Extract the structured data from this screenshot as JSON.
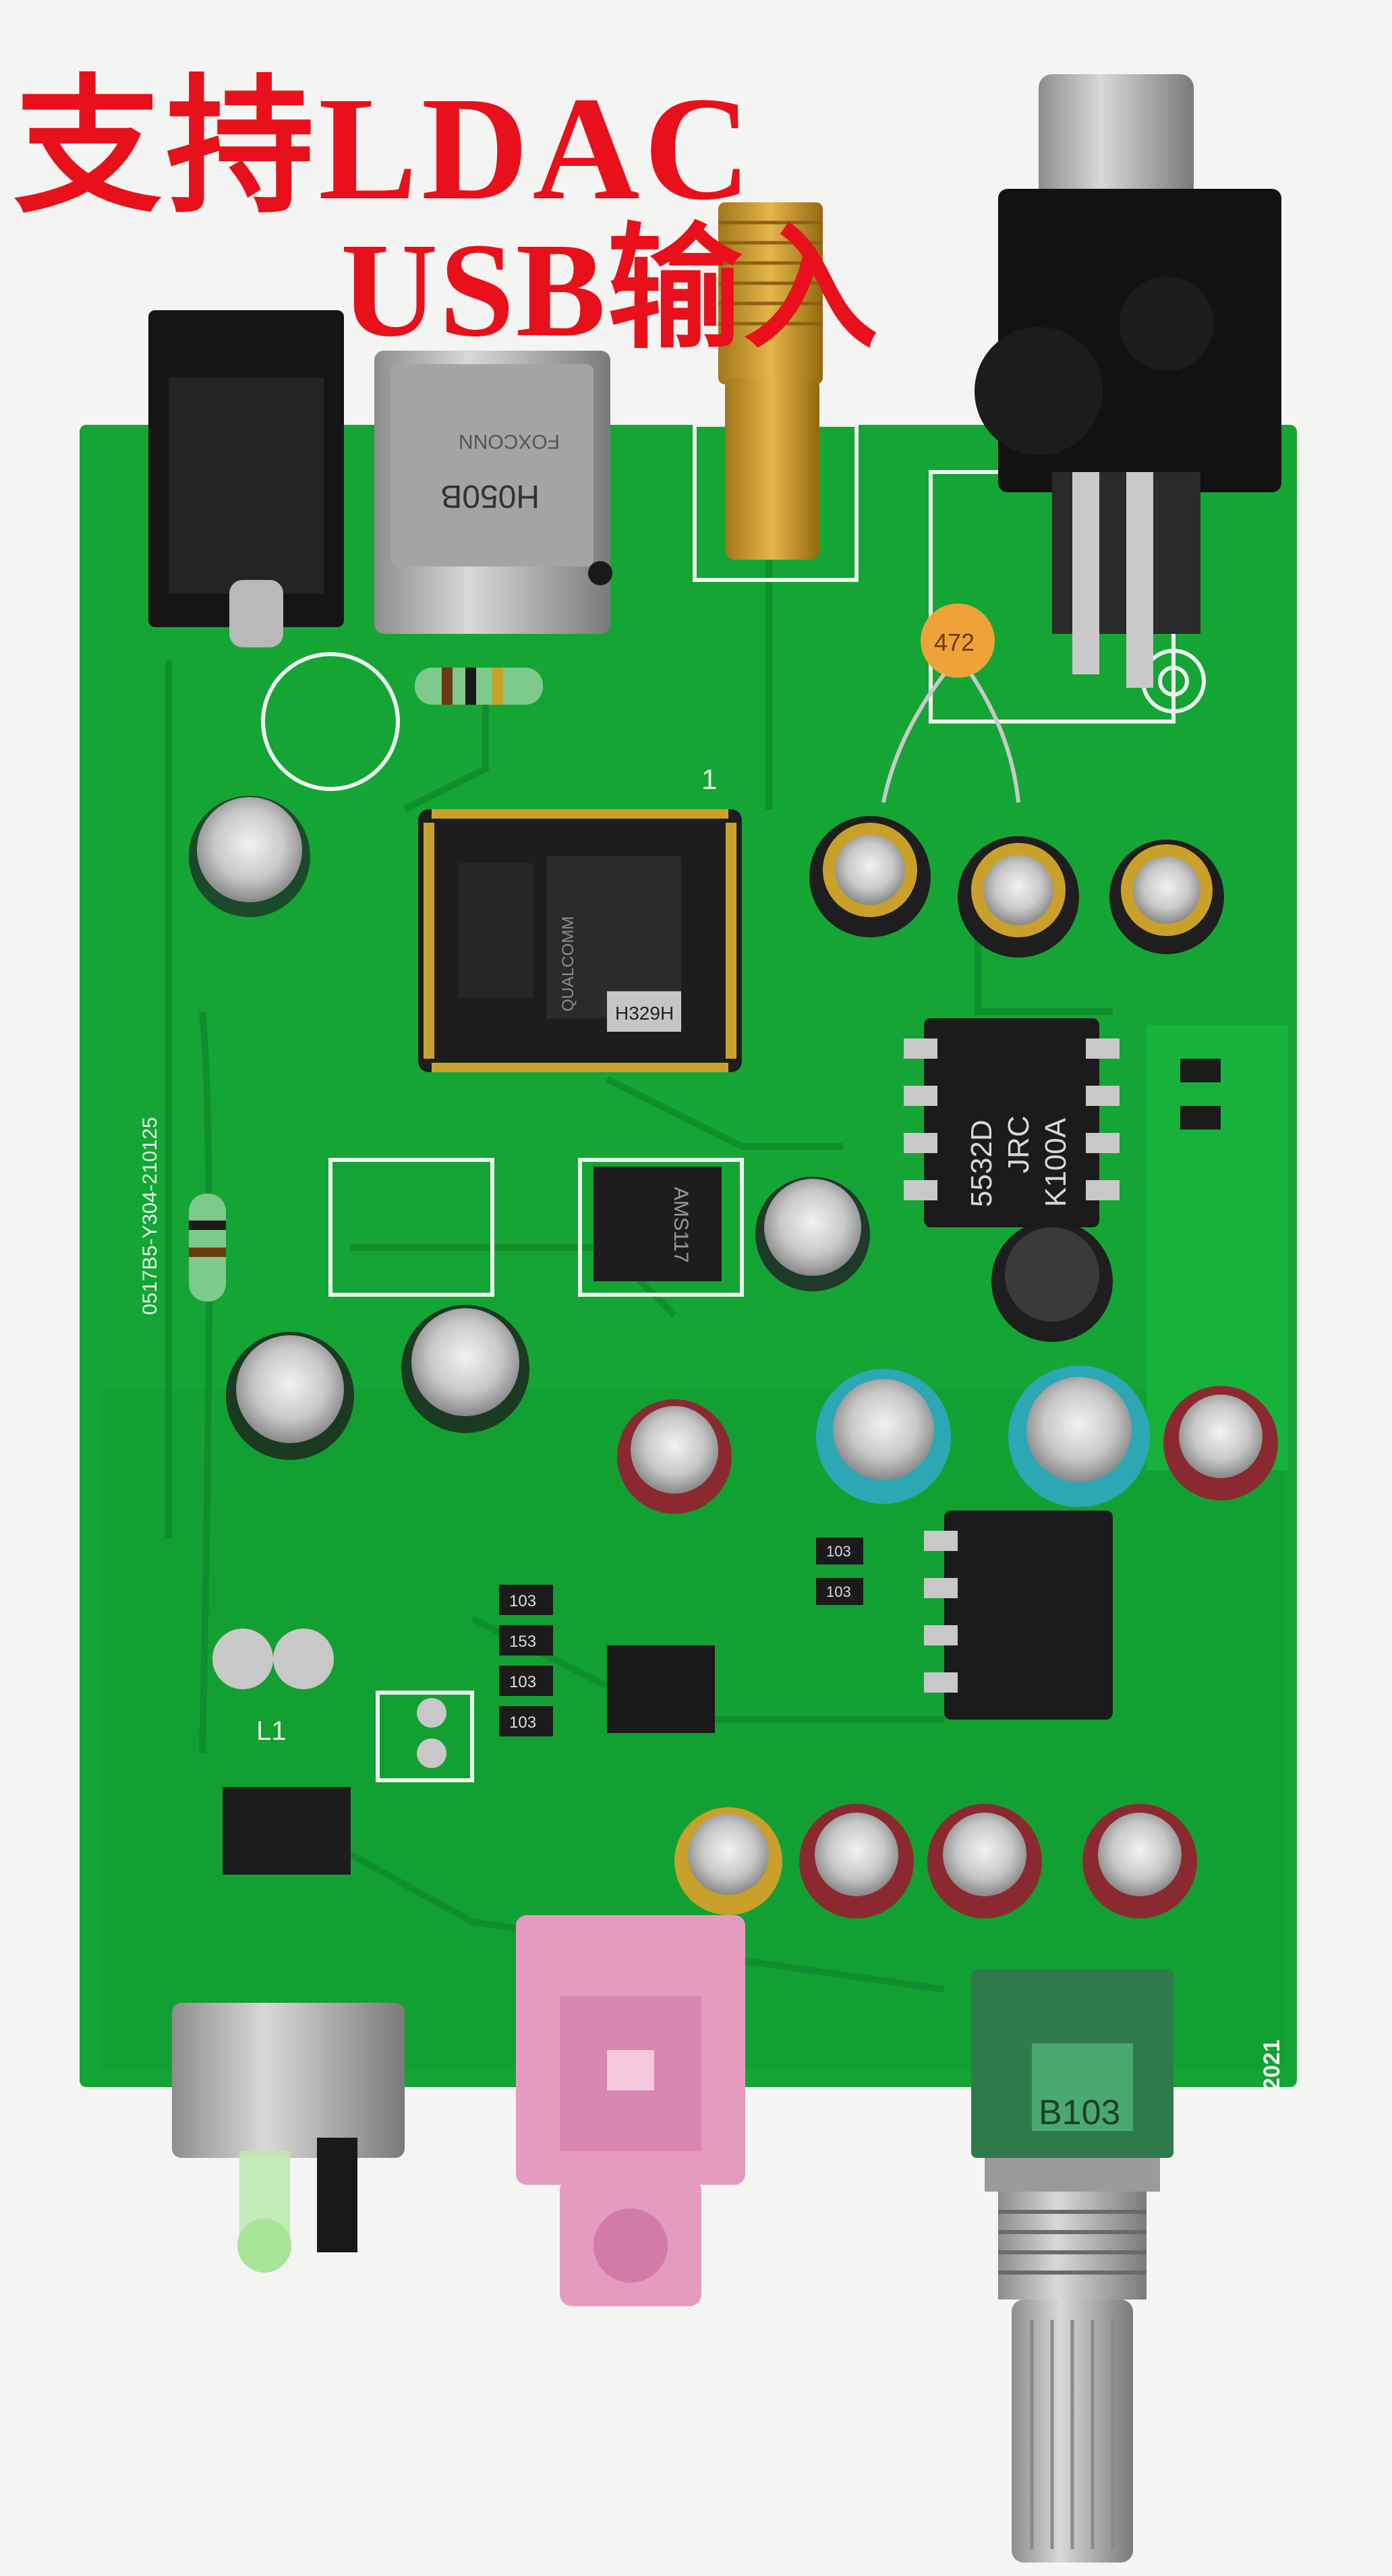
{
  "overlay": {
    "line1": "支持LDAC",
    "line2": "USB输入"
  },
  "board": {
    "serial": "0517B5-Y304-210125",
    "year": "2021",
    "pin1_mark": "1",
    "inductor_label": "L1"
  },
  "components": {
    "usb_port_marking": "H050B",
    "usb_port_brand": "FOXCONN",
    "bt_module_chip": "QUALCOMM",
    "bt_module_crystal": "H329H",
    "opamp_top_line1": "5532D",
    "opamp_top_line2": "JRC",
    "opamp_top_line3": "K100A",
    "ceramic_cap": "472",
    "pot_marking": "B103",
    "regulator": "AMS117",
    "resistor_codes": [
      "103",
      "153",
      "103",
      "103",
      "103",
      "103"
    ]
  },
  "colors": {
    "pcb": "#14a535",
    "pcb_dark": "#0f8a2c",
    "silkscreen": "#eef5ee",
    "overlay_text": "#e8101a",
    "jack_pink": "#e59bc0",
    "cap_teal": "#2ea7b5",
    "cap_burgundy": "#8a2a30",
    "cap_gold": "#c9a12a"
  }
}
